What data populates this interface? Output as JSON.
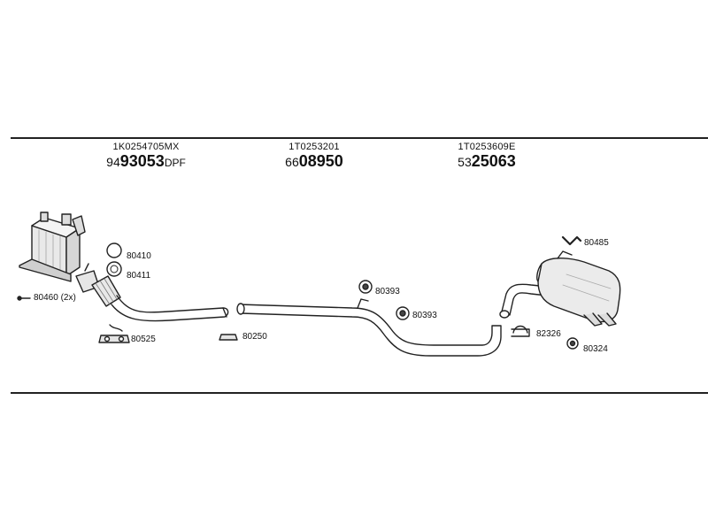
{
  "sections": [
    {
      "oem": "1K0254705MX",
      "prefix": "94",
      "main": "93053",
      "suffix": "DPF"
    },
    {
      "oem": "1T0253201",
      "prefix": "66",
      "main": "08950",
      "suffix": ""
    },
    {
      "oem": "1T0253609E",
      "prefix": "53",
      "main": "25063",
      "suffix": ""
    }
  ],
  "parts": {
    "p80410": "80410",
    "p80411": "80411",
    "p80460": "80460 (2x)",
    "p80525": "80525",
    "p80250": "80250",
    "p80393a": "80393",
    "p80393b": "80393",
    "p80485": "80485",
    "p82326": "82326",
    "p80324": "80324"
  }
}
